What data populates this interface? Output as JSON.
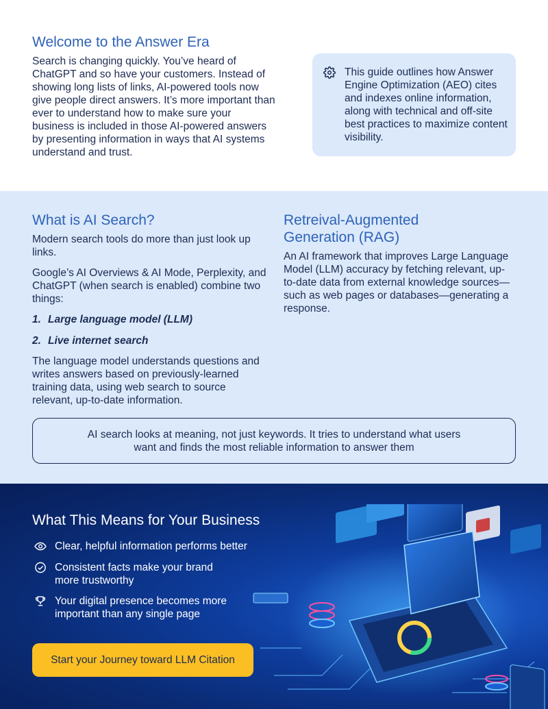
{
  "welcome": {
    "title": "Welcome to the Answer Era",
    "body": "Search is changing quickly. You’ve heard of ChatGPT and so have your customers. Instead of showing long lists of links, AI-powered tools now give people direct answers. It’s more important than ever to understand how to make sure your business is included in those AI-powered answers by presenting information in ways that AI systems understand and trust.",
    "guide": "This guide outlines how Answer Engine Optimization (AEO) cites and indexes online information, along with technical and off-site best practices to maximize content visibility.",
    "guide_icon": "gear-icon"
  },
  "ai_search": {
    "title": "What is AI Search?",
    "p1": "Modern search tools do more than just look up links.",
    "p2": "Google’s AI Overviews & AI Mode, Perplexity, and ChatGPT (when search is enabled) combine two things:",
    "list": [
      {
        "num": "1.",
        "text": "Large language model (LLM)"
      },
      {
        "num": "2.",
        "text": "Live internet search"
      }
    ],
    "p3": "The language model understands questions and writes answers based on previously-learned training data, using web search to source relevant, up-to-date information."
  },
  "rag": {
    "title": "Retreival-Augmented Generation (RAG)",
    "body": "An AI framework that improves Large Language Model (LLM) accuracy by fetching relevant, up-to-date data from external knowledge sources—such as web pages or databases—generating a response."
  },
  "callout": "AI search looks at meaning, not just keywords. It tries to understand what users want and finds the most reliable information to answer them",
  "business": {
    "title": "What This Means for Your Business",
    "items": [
      {
        "icon": "eye-icon",
        "text": "Clear, helpful information performs better"
      },
      {
        "icon": "check-circle-icon",
        "text": "Consistent facts make your brand more trustworthy"
      },
      {
        "icon": "trophy-icon",
        "text": "Your digital presence becomes more important than any single page"
      }
    ],
    "cta": "Start your Journey toward LLM Citation"
  },
  "colors": {
    "heading_blue": "#2f62b6",
    "text_navy": "#1d2b52",
    "light_blue_bg": "#dbe9fb",
    "dark_blue_bg": "#0a2a72",
    "cta_yellow": "#fbbf24"
  }
}
